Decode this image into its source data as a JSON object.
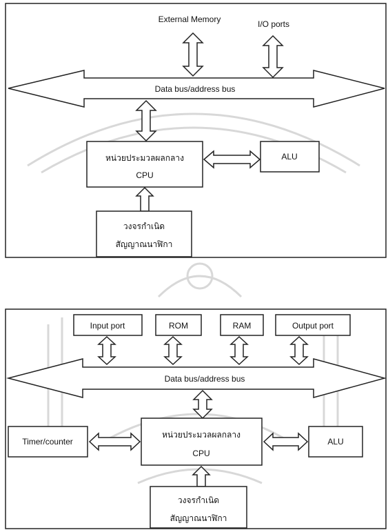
{
  "top": {
    "external_memory": "External Memory",
    "io_ports": "I/O ports",
    "bus": "Data bus/address bus",
    "cpu_line1": "หน่วยประมวลผลกลาง",
    "cpu_line2": "CPU",
    "alu": "ALU",
    "clock_line1": "วงจรกำเนิด",
    "clock_line2": "สัญญาณนาฬิกา"
  },
  "bottom": {
    "input_port": "Input port",
    "rom": "ROM",
    "ram": "RAM",
    "output_port": "Output port",
    "bus": "Data bus/address bus",
    "timer": "Timer/counter",
    "cpu_line1": "หน่วยประมวลผลกลาง",
    "cpu_line2": "CPU",
    "alu": "ALU",
    "clock_line1": "วงจรกำเนิด",
    "clock_line2": "สัญญาณนาฬิกา"
  }
}
